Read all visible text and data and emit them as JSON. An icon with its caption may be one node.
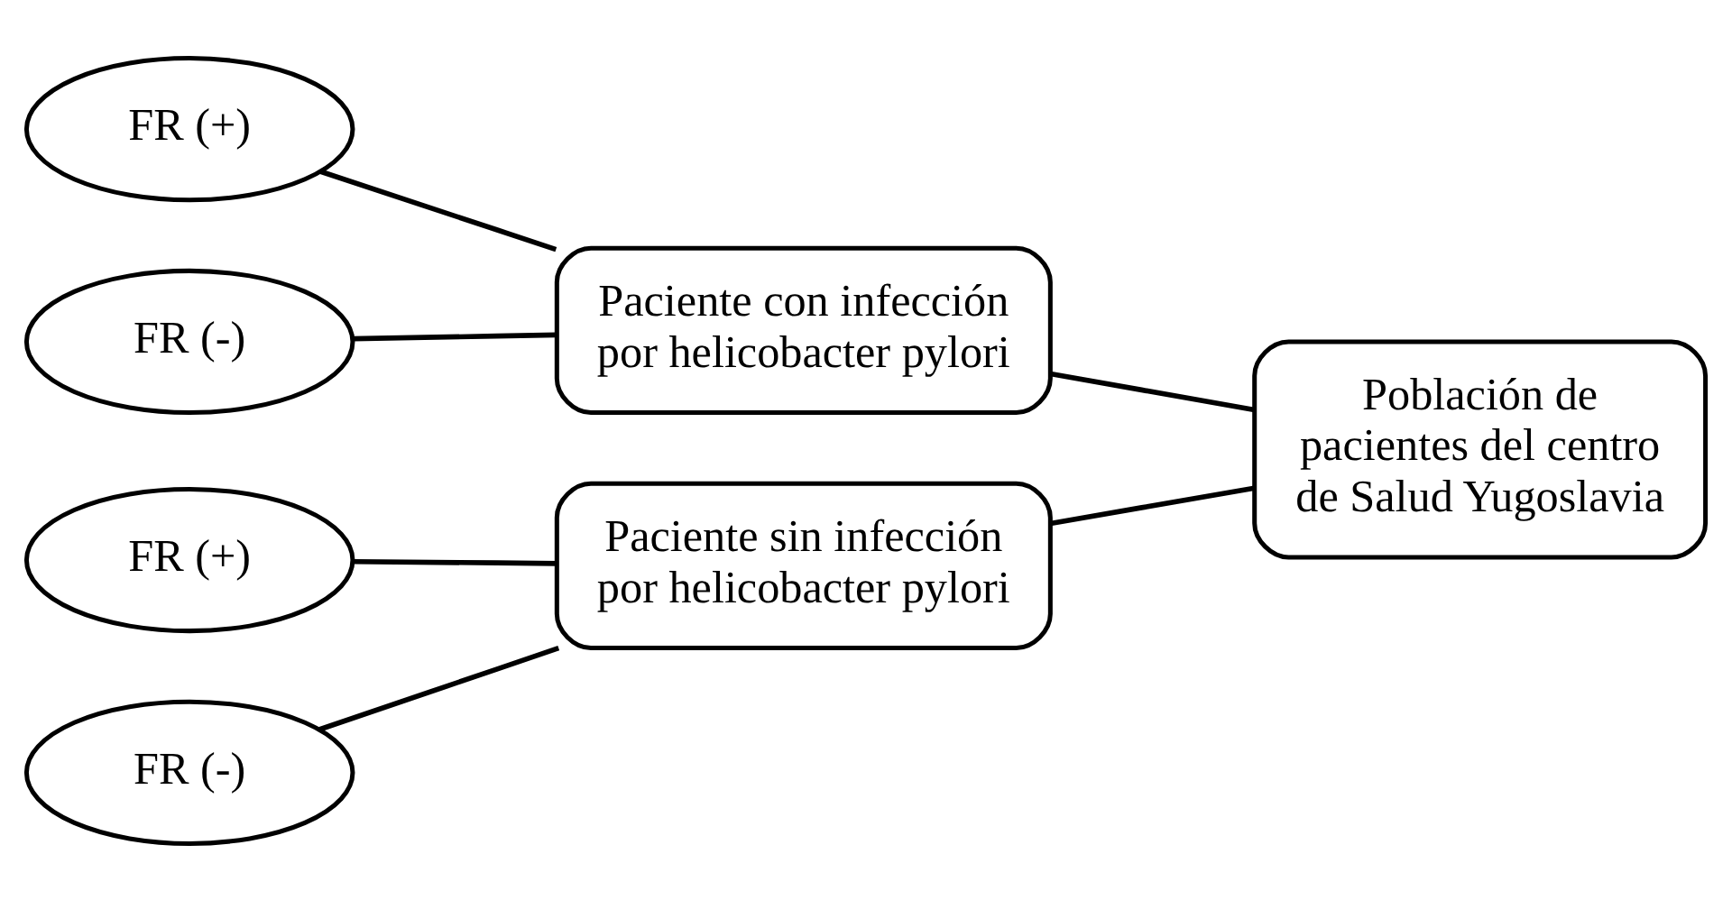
{
  "diagram": {
    "nodes": [
      {
        "text": [
          "FR (+)"
        ]
      },
      {
        "text": [
          "Paciente con infección por helicobacter pylori"
        ]
      },
      {
        "text": [
          "FR (-)"
        ]
      },
      {
        "text": [
          "Población de pacientes del centro de Salud Yugoslavia"
        ]
      },
      {
        "text": [
          "FR (+)"
        ]
      },
      {
        "text": [
          "Paciente sin infección por helicobacter pylori"
        ]
      },
      {
        "text": [
          "FR (-)"
        ]
      }
    ],
    "edges": [
      {
        "from": 0,
        "to": 1,
        "arrow": "none"
      },
      {
        "from": 2,
        "to": 1,
        "arrow": "none"
      },
      {
        "from": 1,
        "to": 3,
        "arrow": "none"
      },
      {
        "from": 5,
        "to": 3,
        "arrow": "none"
      },
      {
        "from": 4,
        "to": 5,
        "arrow": "none"
      },
      {
        "from": 6,
        "to": 5,
        "arrow": "none"
      }
    ]
  }
}
